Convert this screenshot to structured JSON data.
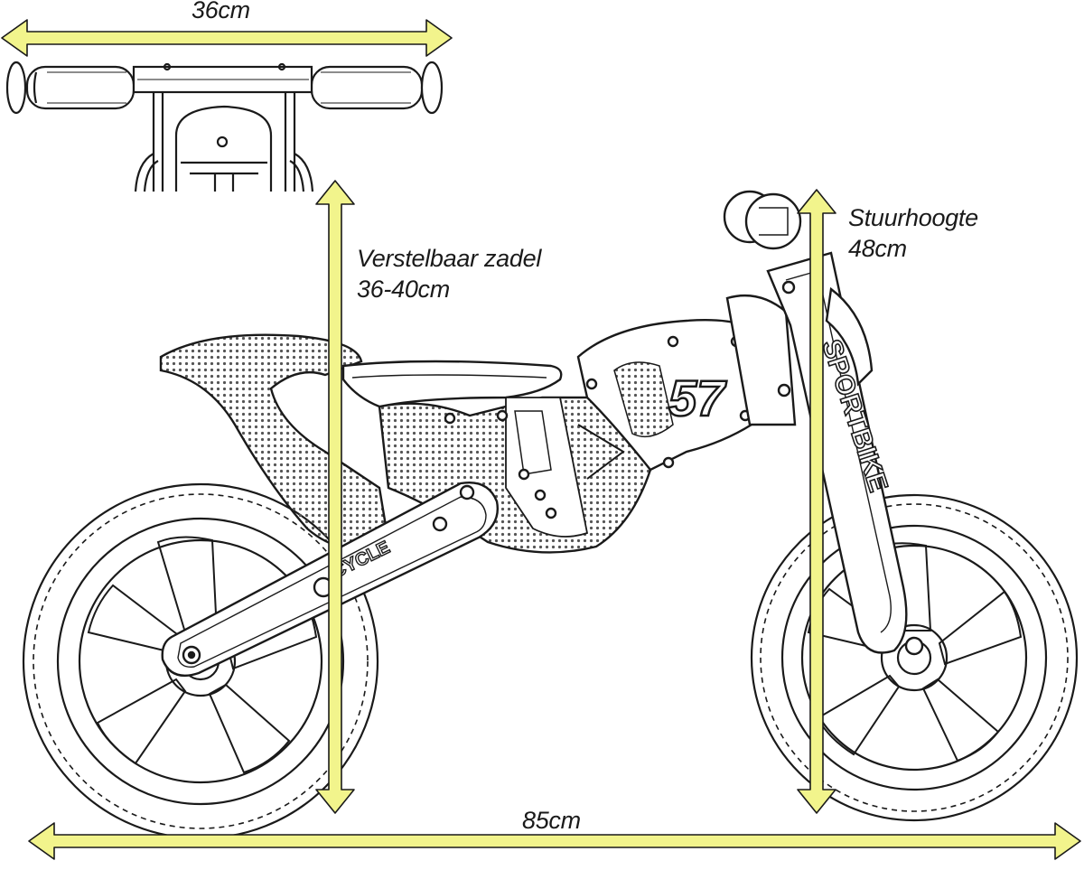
{
  "dimensions": {
    "handlebar_width": "36cm",
    "seat_label": "Verstelbaar zadel",
    "seat_range": "36-40cm",
    "handlebar_height_label": "Stuurhoogte",
    "handlebar_height": "48cm",
    "total_length": "85cm"
  },
  "bike": {
    "number": "57",
    "brand_text": "SPORTBIKE",
    "cycle_text": "CYCLE"
  },
  "colors": {
    "arrow_fill": "#f2f48c",
    "arrow_stroke": "#1a1a1a",
    "line": "#1a1a1a",
    "dots": "#555555"
  }
}
